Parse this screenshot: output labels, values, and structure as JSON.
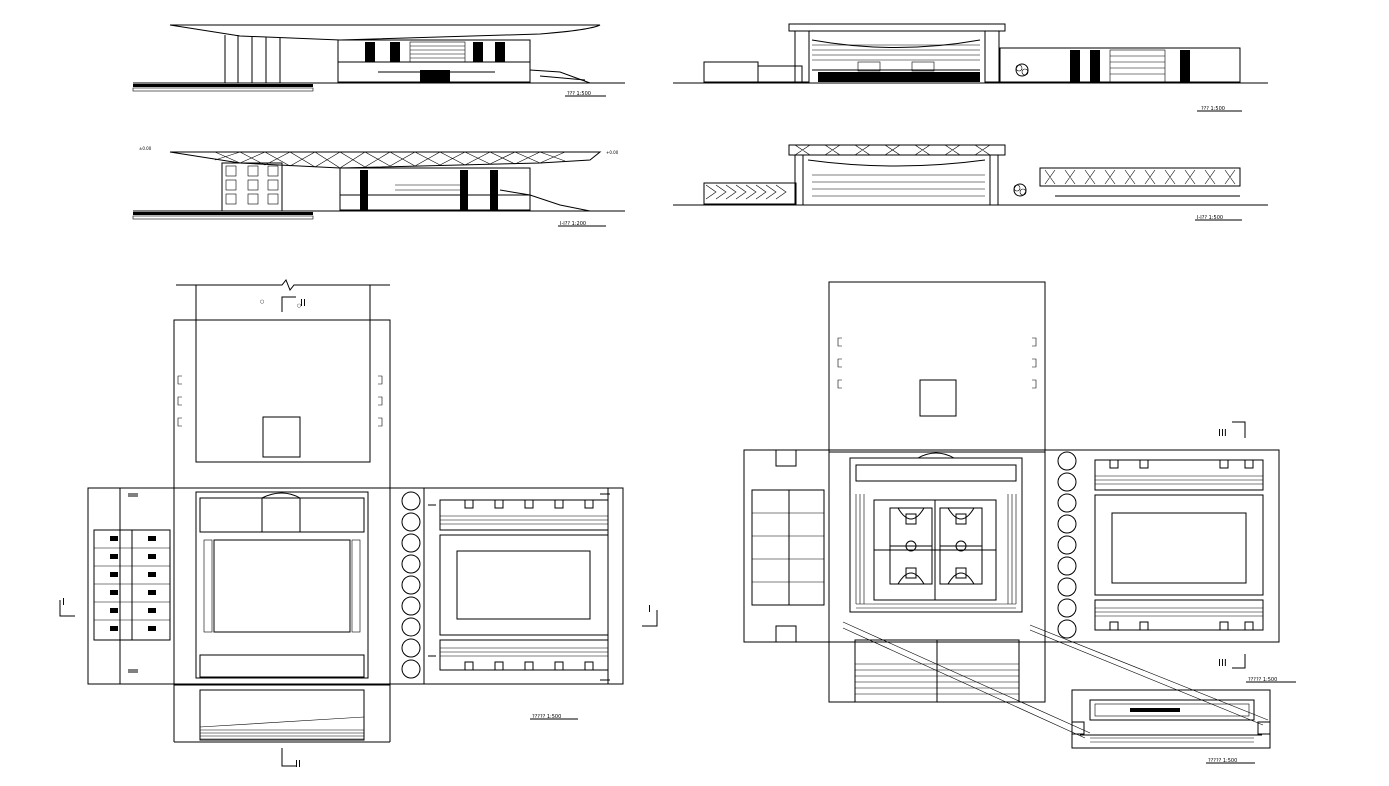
{
  "sheet": {
    "background": "#ffffff",
    "line_color": "#000000"
  },
  "elevations": [
    {
      "id": "elev-1",
      "label": "??? 1:500"
    },
    {
      "id": "elev-2",
      "label": "??? 1:500"
    },
    {
      "id": "section-1",
      "label": "I-I?? 1:200"
    },
    {
      "id": "section-2",
      "label": "I-I?? 1:500"
    }
  ],
  "plans": {
    "left": {
      "label": "????? 1:500",
      "section_i_left": "I",
      "section_i_right": "I",
      "section_ii_top": "II",
      "section_ii_bottom": "II"
    },
    "right": {
      "label": "????? 1:500",
      "section_iii_top": "III",
      "section_iii_bottom": "III"
    },
    "detail": {
      "label": "????? 1:500"
    }
  }
}
